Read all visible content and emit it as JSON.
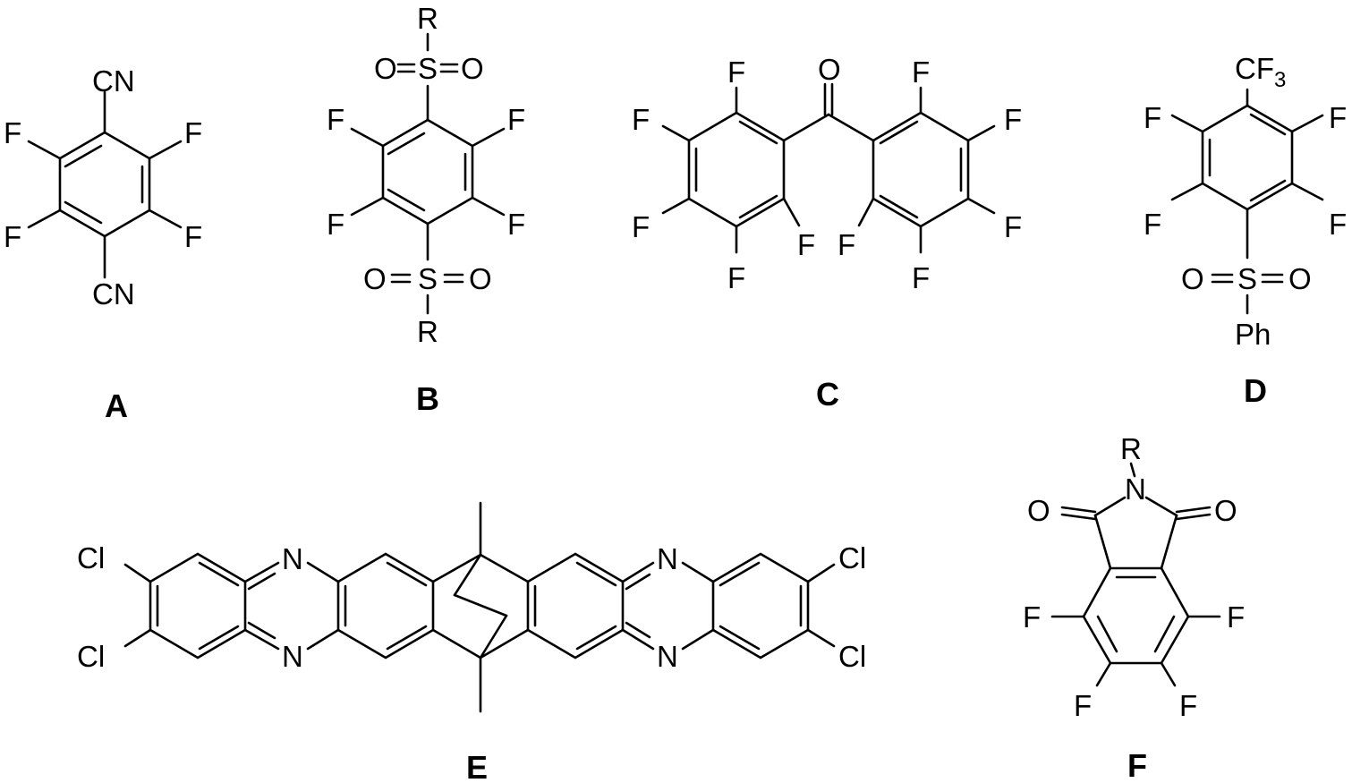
{
  "compounds": [
    {
      "id": "A",
      "caption": "A",
      "atoms": {
        "cn_top": "CN",
        "cn_bottom": "CN",
        "f1": "F",
        "f2": "F",
        "f3": "F",
        "f4": "F"
      }
    },
    {
      "id": "B",
      "caption": "B",
      "atoms": {
        "r_top": "R",
        "s_top": "S",
        "o1": "O",
        "o2": "O",
        "f1": "F",
        "f2": "F",
        "f3": "F",
        "f4": "F",
        "s_bot": "S",
        "o3": "O",
        "o4": "O",
        "r_bot": "R"
      }
    },
    {
      "id": "C",
      "caption": "C",
      "atoms": {
        "o": "O",
        "f1": "F",
        "f2": "F",
        "f3": "F",
        "f4": "F",
        "f5": "F",
        "f6": "F",
        "f7": "F",
        "f8": "F",
        "f9": "F",
        "f10": "F"
      }
    },
    {
      "id": "D",
      "caption": "D",
      "atoms": {
        "cf": "CF",
        "cf_sub": "3",
        "f1": "F",
        "f2": "F",
        "f3": "F",
        "f4": "F",
        "s": "S",
        "o1": "O",
        "o2": "O",
        "ph": "Ph"
      }
    },
    {
      "id": "E",
      "caption": "E",
      "atoms": {
        "cl1": "Cl",
        "cl2": "Cl",
        "cl3": "Cl",
        "cl4": "Cl",
        "n1": "N",
        "n2": "N",
        "n3": "N",
        "n4": "N"
      }
    },
    {
      "id": "F",
      "caption": "F",
      "atoms": {
        "r": "R",
        "n": "N",
        "o1": "O",
        "o2": "O",
        "f1": "F",
        "f2": "F",
        "f3": "F",
        "f4": "F"
      }
    }
  ],
  "colors": {
    "ink": "#000000",
    "background": "#ffffff"
  }
}
